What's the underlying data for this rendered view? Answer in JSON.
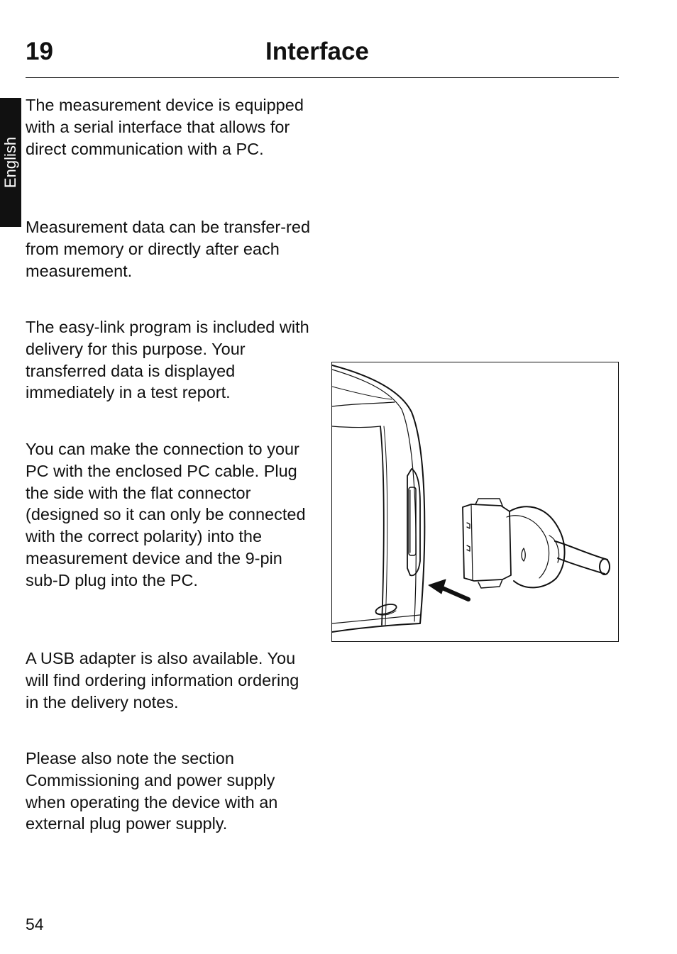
{
  "header": {
    "chapter_number": "19",
    "chapter_title": "Interface"
  },
  "side_tab": {
    "language": "English"
  },
  "paragraphs": [
    "The measurement device is equipped with a serial interface that allows for direct communication with a PC.",
    "Measurement data can be transfer-red from memory or directly after each measurement.",
    "The easy-link program is included with delivery for this purpose. Your transferred data is displayed immediately in a test report.",
    "You can make the connection to your PC with the enclosed PC cable. Plug the side with the flat connector (designed so it can only be connected with the correct polarity) into the measurement device and the 9-pin sub-D plug into the PC.",
    "A USB adapter is also available. You will find ordering information ordering in the delivery notes.",
    "Please also note the section Commissioning and power supply when operating the device with an external plug power supply."
  ],
  "footer": {
    "page_number": "54"
  }
}
